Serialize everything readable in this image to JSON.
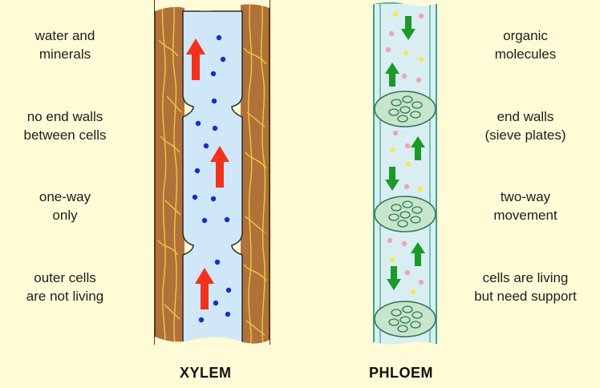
{
  "xylem": {
    "title": "XYLEM",
    "labels": [
      "water and\nminerals",
      "no end walls\nbetween cells",
      "one-way\nonly",
      "outer cells\nare not living"
    ]
  },
  "phloem": {
    "title": "PHLOEM",
    "labels": [
      "organic\nmolecules",
      "end walls\n(sieve plates)",
      "two-way\nmovement",
      "cells are living\nbut need support"
    ]
  },
  "colors": {
    "background": "#fefbd6",
    "xylem_wall": "#b0723a",
    "wall_fibres": "#f2c640",
    "vessel_water": "#cfe7f7",
    "water_dots": "#1330c8",
    "up_arrow": "#f2321e",
    "phloem_cell_fill": "#d9eef3",
    "phloem_cell_border": "#3aa38d",
    "sieve_plate": "#c8e5cc",
    "phloem_arrows": "#1a9a26",
    "pink_dots": "#f3a3b1",
    "yellow_dots": "#f2ea56"
  }
}
